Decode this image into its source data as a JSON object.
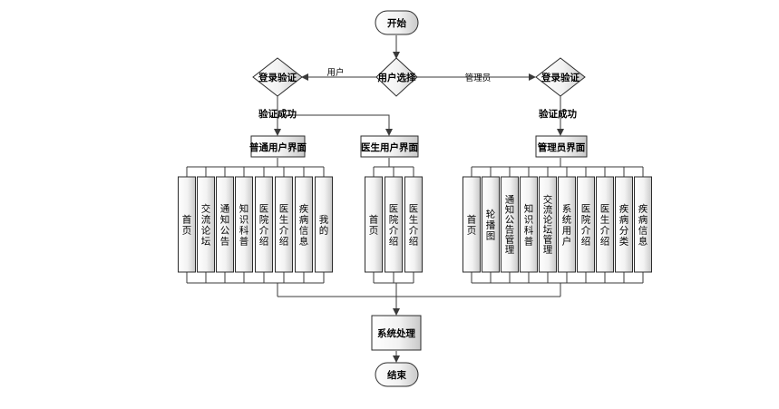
{
  "diagram": {
    "start": "开始",
    "user_choice": "用户选择",
    "edge_user": "用户",
    "edge_admin": "管理员",
    "login_left": "登录验证",
    "login_right": "登录验证",
    "success_left": "验证成功",
    "success_right": "验证成功",
    "user_ui": "普通用户界面",
    "doctor_ui": "医生用户界面",
    "admin_ui": "管理员界面",
    "user_items": [
      "首页",
      "交流论坛",
      "通知公告",
      "知识科普",
      "医院介绍",
      "医生介绍",
      "疾病信息",
      "我的"
    ],
    "doctor_items": [
      "首页",
      "医院介绍",
      "医生介绍"
    ],
    "admin_items": [
      "首页",
      "轮播图",
      "通知公告管理",
      "知识科普",
      "交流论坛管理",
      "系统用户",
      "医院介绍",
      "医生介绍",
      "疾病分类",
      "疾病信息"
    ],
    "process": "系统处理",
    "end": "结束"
  }
}
